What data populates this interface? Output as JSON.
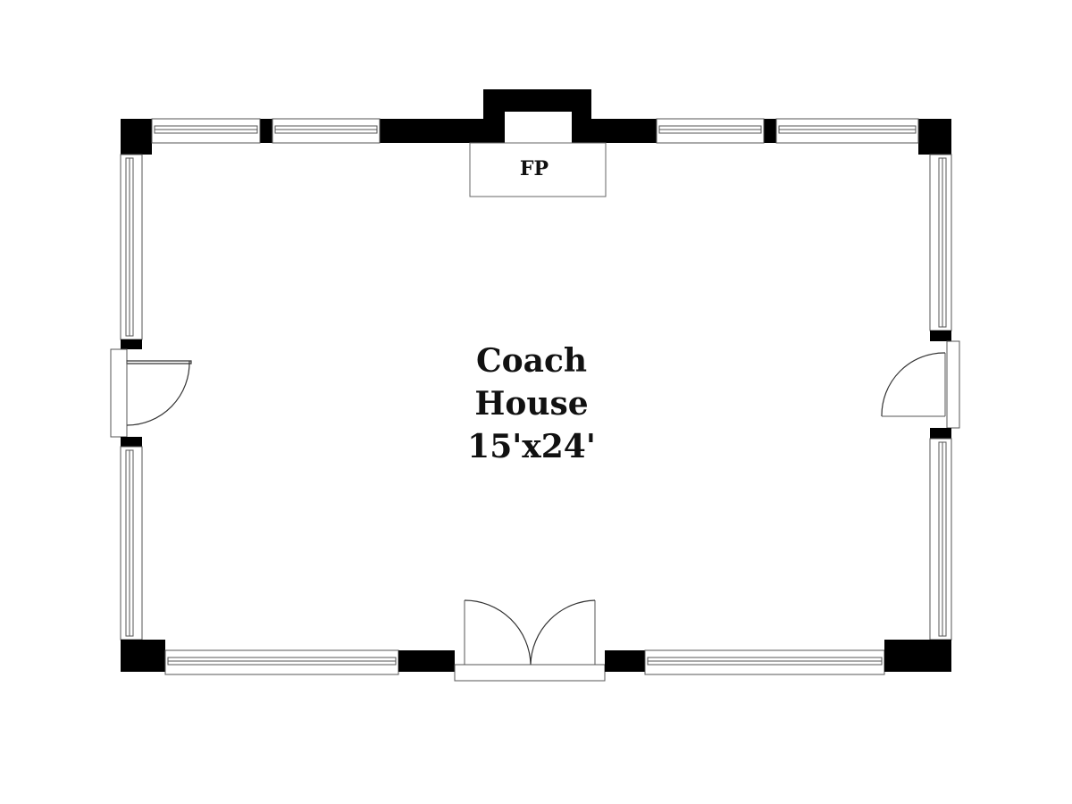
{
  "room": {
    "name_line1": "Coach",
    "name_line2": "House",
    "dimensions": "15'x24'"
  },
  "fireplace": {
    "label": "FP"
  },
  "colors": {
    "wall": "#000000",
    "background": "#ffffff",
    "linework": "#555555"
  }
}
